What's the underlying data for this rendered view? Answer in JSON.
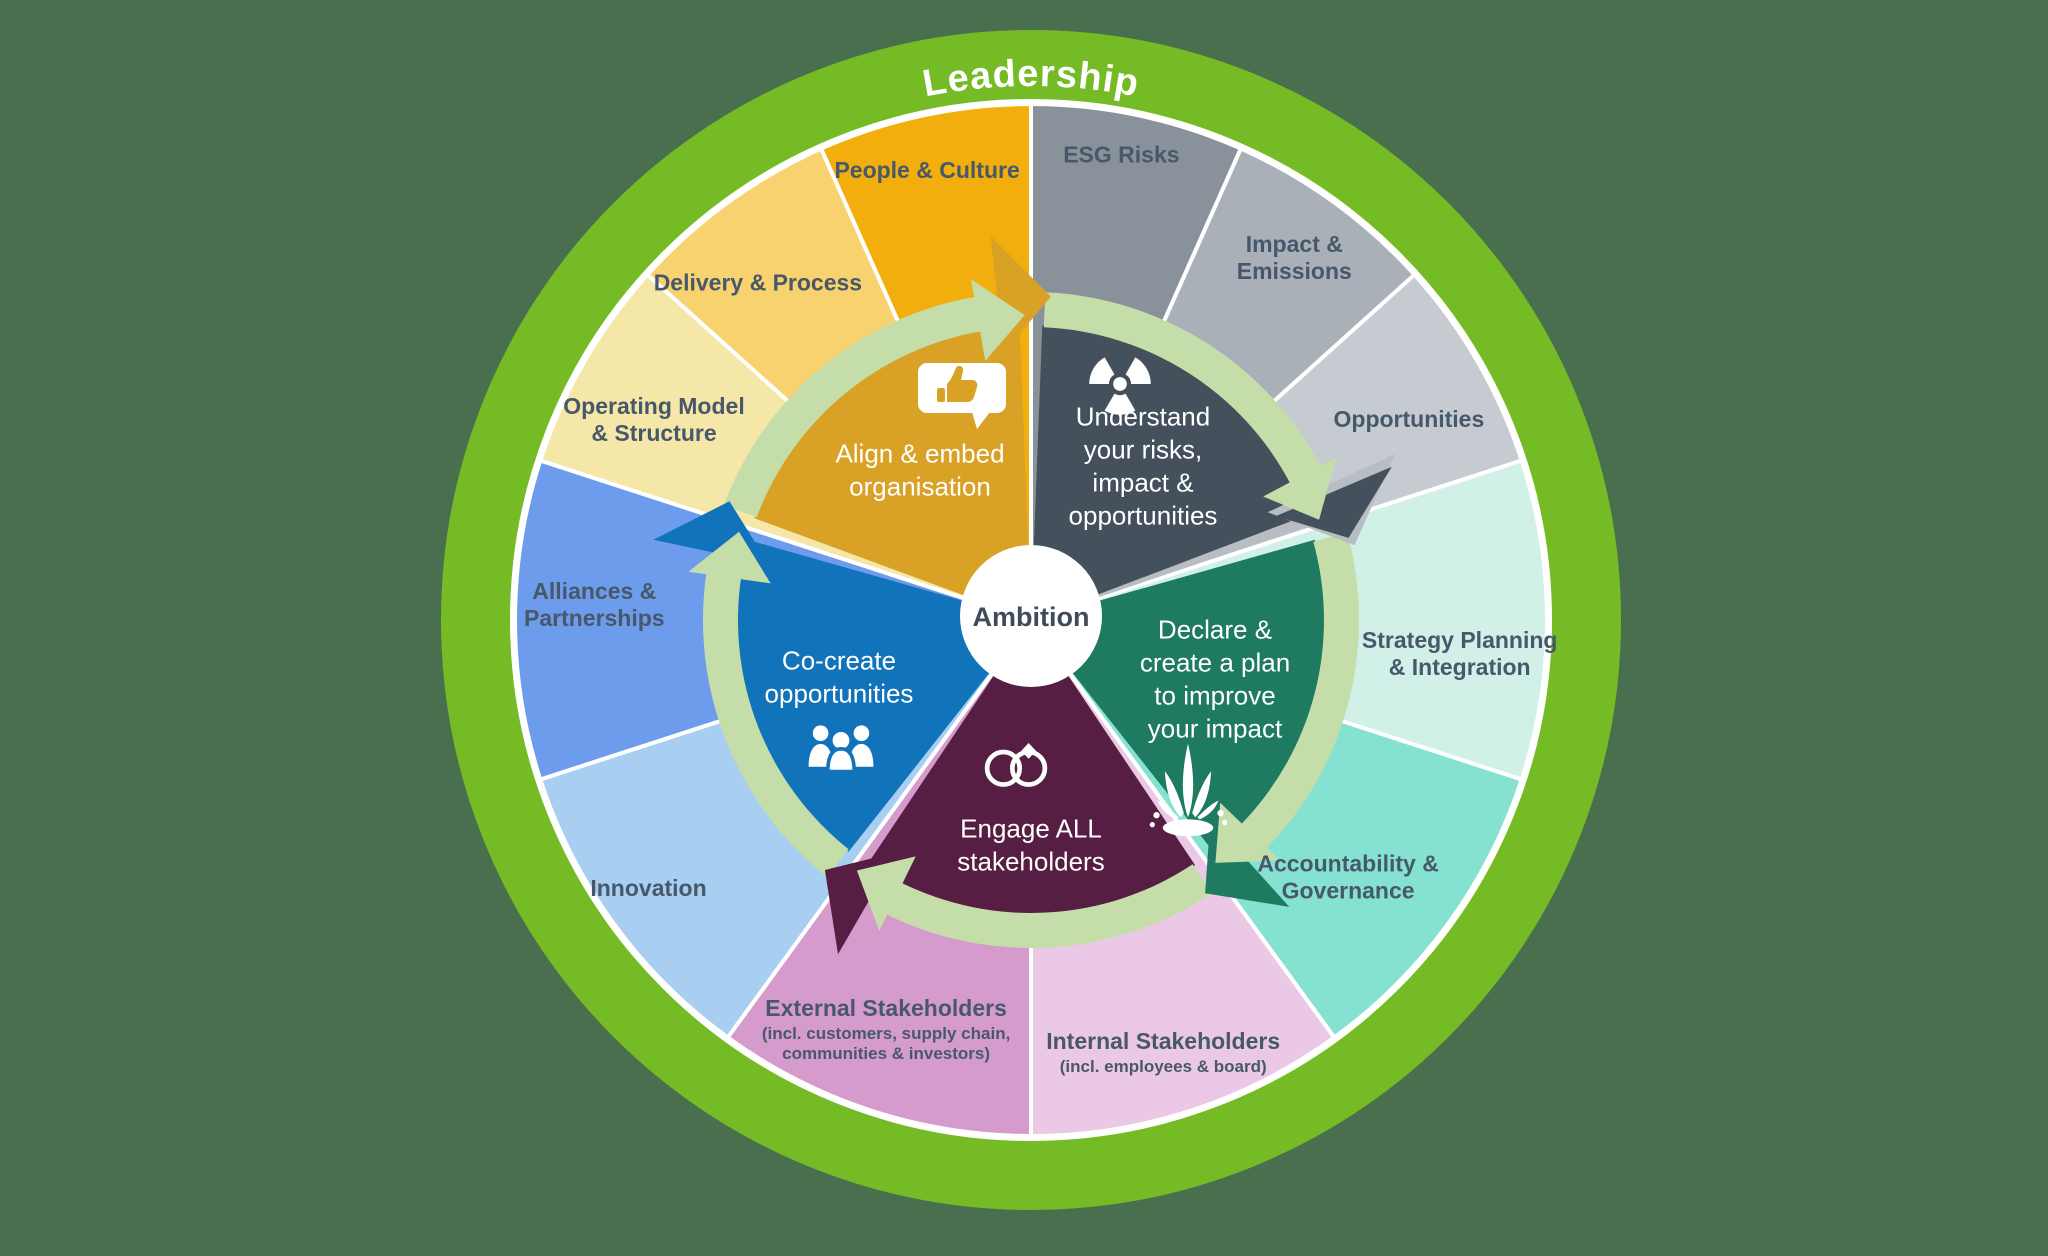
{
  "diagram": {
    "title": "Leadership",
    "center_label": "Ambition",
    "background_color": "#4A6F4F",
    "ring_color": "#74BB25",
    "flow_arrow_color": "#C5DEA9",
    "outer_label_color": "#47586A",
    "wedges": [
      {
        "id": "understand",
        "label_lines": [
          "Understand",
          "your risks,",
          "impact &",
          "opportunities"
        ],
        "color": "#44505B",
        "icon": "radiation-icon"
      },
      {
        "id": "declare",
        "label_lines": [
          "Declare &",
          "create a plan",
          "to improve",
          "your impact"
        ],
        "color": "#1E7A60",
        "icon": "fountain-icon"
      },
      {
        "id": "engage",
        "label_lines": [
          "Engage ALL",
          "stakeholders"
        ],
        "color": "#571E44",
        "icon": "rings-icon"
      },
      {
        "id": "co-create",
        "label_lines": [
          "Co-create",
          "opportunities"
        ],
        "color": "#1173BA",
        "icon": "people-icon"
      },
      {
        "id": "align",
        "label_lines": [
          "Align & embed",
          "organisation"
        ],
        "color": "#D9A125",
        "icon": "thumbs-up-bubble-icon"
      }
    ],
    "segments": [
      {
        "id": "esg-risks",
        "label_lines": [
          "ESG Risks"
        ],
        "color": "#89929B"
      },
      {
        "id": "impact-emissions",
        "label_lines": [
          "Impact &",
          "Emissions"
        ],
        "color": "#A9B0B7"
      },
      {
        "id": "opportunities",
        "label_lines": [
          "Opportunities"
        ],
        "color": "#C6CBD1"
      },
      {
        "id": "strategy-planning-integration",
        "label_lines": [
          "Strategy Planning",
          "& Integration"
        ],
        "color": "#D0F0E8"
      },
      {
        "id": "accountability-governance",
        "label_lines": [
          "Accountability &",
          "Governance"
        ],
        "color": "#86E2D0"
      },
      {
        "id": "internal-stakeholders",
        "label_lines": [
          "Internal Stakeholders"
        ],
        "sub_lines": [
          "(incl. employees & board)"
        ],
        "color": "#EBC9E6"
      },
      {
        "id": "external-stakeholders",
        "label_lines": [
          "External Stakeholders"
        ],
        "sub_lines": [
          "(incl. customers, supply chain,",
          "communities & investors)"
        ],
        "color": "#D59BCD"
      },
      {
        "id": "innovation",
        "label_lines": [
          "Innovation"
        ],
        "color": "#A8CEF1"
      },
      {
        "id": "alliances-partnerships",
        "label_lines": [
          "Alliances &",
          "Partnerships"
        ],
        "color": "#6D9CEC"
      },
      {
        "id": "operating-model-structure",
        "label_lines": [
          "Operating Model",
          "& Structure"
        ],
        "color": "#F5E7A8"
      },
      {
        "id": "delivery-process",
        "label_lines": [
          "Delivery & Process"
        ],
        "color": "#F7D26E"
      },
      {
        "id": "people-culture",
        "label_lines": [
          "People & Culture"
        ],
        "color": "#F2AE0D"
      }
    ]
  }
}
